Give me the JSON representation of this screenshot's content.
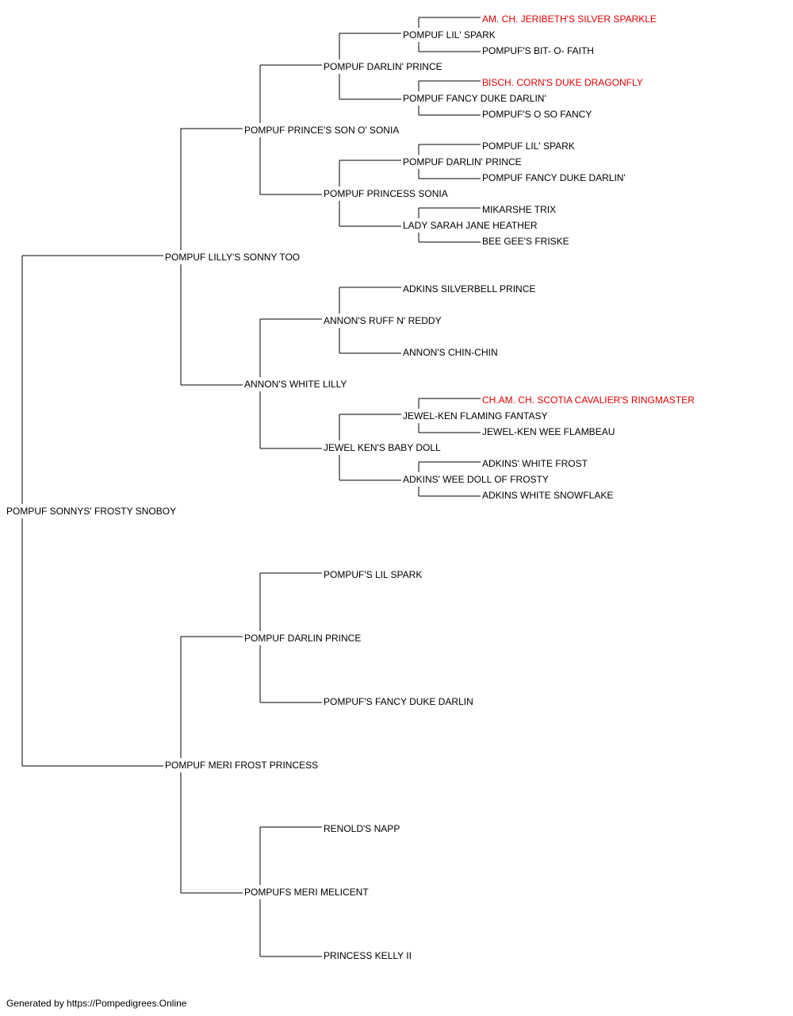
{
  "colors": {
    "text": "#000000",
    "champion": "#e00000",
    "line": "#000000"
  },
  "pedigree": {
    "name": "POMPUF SONNYS' FROSTY SNOBOY",
    "sire": {
      "name": "POMPUF LILLY'S SONNY TOO",
      "sire": {
        "name": "POMPUF PRINCE'S SON O' SONIA",
        "sire": {
          "name": "POMPUF DARLIN' PRINCE",
          "sire": {
            "name": "POMPUF LIL' SPARK",
            "sire": {
              "name": "AM. CH. JERIBETH'S SILVER SPARKLE",
              "champion": true
            },
            "dam": {
              "name": "POMPUF'S BIT- O- FAITH"
            }
          },
          "dam": {
            "name": "POMPUF FANCY DUKE DARLIN'",
            "sire": {
              "name": "BISCH. CORN'S DUKE DRAGONFLY",
              "champion": true
            },
            "dam": {
              "name": "POMPUF'S O SO FANCY"
            }
          }
        },
        "dam": {
          "name": "POMPUF PRINCESS SONIA",
          "sire": {
            "name": "POMPUF DARLIN' PRINCE",
            "sire": {
              "name": "POMPUF LIL' SPARK"
            },
            "dam": {
              "name": "POMPUF FANCY DUKE DARLIN'"
            }
          },
          "dam": {
            "name": "LADY SARAH JANE HEATHER",
            "sire": {
              "name": "MIKARSHE TRIX"
            },
            "dam": {
              "name": "BEE GEE'S FRISKE"
            }
          }
        }
      },
      "dam": {
        "name": "ANNON'S WHITE LILLY",
        "sire": {
          "name": "ANNON'S RUFF N' REDDY",
          "sire": {
            "name": "ADKINS SILVERBELL PRINCE"
          },
          "dam": {
            "name": "ANNON'S CHIN-CHIN"
          }
        },
        "dam": {
          "name": "JEWEL KEN'S BABY DOLL",
          "sire": {
            "name": "JEWEL-KEN FLAMING FANTASY",
            "sire": {
              "name": "CH.AM. CH. SCOTIA CAVALIER'S RINGMASTER",
              "champion": true
            },
            "dam": {
              "name": "JEWEL-KEN WEE FLAMBEAU"
            }
          },
          "dam": {
            "name": "ADKINS' WEE DOLL OF FROSTY",
            "sire": {
              "name": "ADKINS' WHITE FROST"
            },
            "dam": {
              "name": "ADKINS WHITE SNOWFLAKE"
            }
          }
        }
      }
    },
    "dam": {
      "name": "POMPUF MERI FROST PRINCESS",
      "sire": {
        "name": "POMPUF DARLIN PRINCE",
        "sire": {
          "name": "POMPUF'S LIL SPARK"
        },
        "dam": {
          "name": "POMPUF'S FANCY DUKE DARLIN"
        }
      },
      "dam": {
        "name": "POMPUFS MERI MELICENT",
        "sire": {
          "name": "RENOLD'S NAPP"
        },
        "dam": {
          "name": "PRINCESS KELLY II"
        }
      }
    }
  },
  "footer": "Generated by https://Pompedigrees.Online"
}
